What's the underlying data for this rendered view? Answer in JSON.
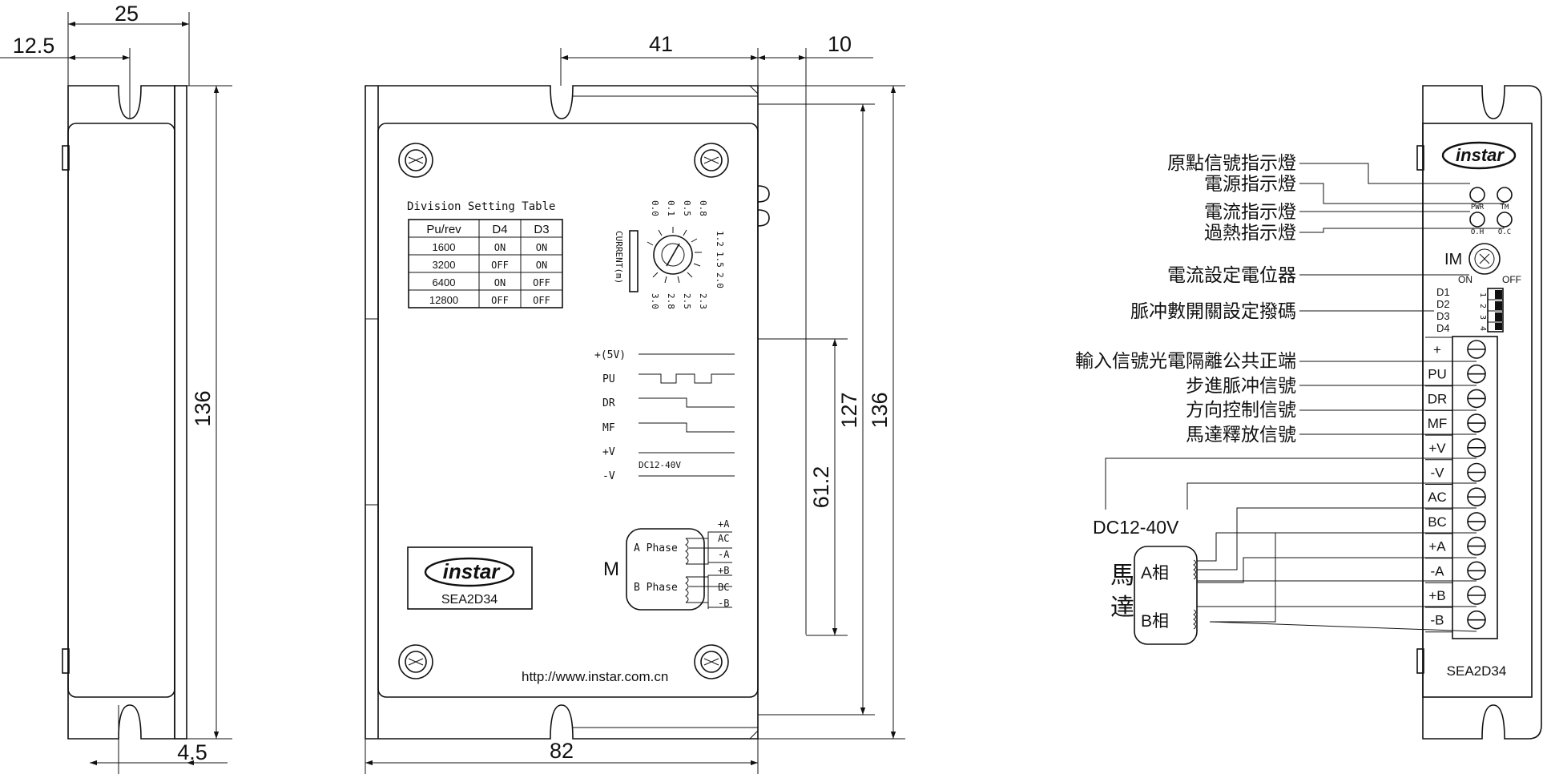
{
  "dimensions": {
    "width_25": "25",
    "offset_12_5": "12.5",
    "height_136_side": "136",
    "flange_4_5": "4.5",
    "width_41": "41",
    "width_10": "10",
    "height_127": "127",
    "height_136_front": "136",
    "height_61_2": "61.2",
    "width_82": "82"
  },
  "front_panel": {
    "table_title": "Division Setting Table",
    "table_headers": [
      "Pu/rev",
      "D4",
      "D3"
    ],
    "table_rows": [
      [
        "1600",
        "ON",
        "ON"
      ],
      [
        "3200",
        "OFF",
        "ON"
      ],
      [
        "6400",
        "ON",
        "OFF"
      ],
      [
        "12800",
        "OFF",
        "OFF"
      ]
    ],
    "current_label": "CURRENT(m)",
    "current_top_values": [
      "0.0",
      "0.1",
      "0.5",
      "0.8"
    ],
    "current_right_values": [
      "1.2",
      "1.5",
      "2.0"
    ],
    "current_bottom_values": [
      "3.0",
      "2.8",
      "2.5",
      "2.3"
    ],
    "signals": [
      "+(5V)",
      "PU",
      "DR",
      "MF",
      "+V",
      "-V"
    ],
    "supply_label": "DC12-40V",
    "motor_letter": "M",
    "phase_a": "A Phase",
    "phase_b": "B Phase",
    "phase_a_pins": [
      "+A",
      "AC",
      "-A"
    ],
    "phase_b_pins": [
      "+B",
      "BC",
      "-B"
    ],
    "brand": "instar",
    "model": "SEA2D34",
    "url": "http://www.instar.com.cn"
  },
  "right_panel": {
    "brand": "instar",
    "model": "SEA2D34",
    "led_labels": [
      "PWR",
      "TM",
      "O.H",
      "O.C"
    ],
    "pot_label": "IM",
    "switch_on": "ON",
    "switch_off": "OFF",
    "switch_numbers": [
      "1",
      "2",
      "3",
      "4"
    ],
    "switch_labels": [
      "D1",
      "D2",
      "D3",
      "D4"
    ],
    "terminals": [
      "+",
      "PU",
      "DR",
      "MF",
      "+V",
      "-V",
      "AC",
      "BC",
      "+A",
      "-A",
      "+B",
      "-B"
    ],
    "callouts": {
      "origin_led": "原點信號指示燈",
      "power_led": "電源指示燈",
      "current_led": "電流指示燈",
      "overheat_led": "過熱指示燈",
      "pot": "電流設定電位器",
      "dip": "脈冲數開關設定撥碼",
      "common": "輸入信號光電隔離公共正端",
      "pulse": "步進脈冲信號",
      "direction": "方向控制信號",
      "release": "馬達釋放信號"
    },
    "supply": "DC12-40V",
    "motor_word": "馬達",
    "coil_a": "A相",
    "coil_b": "B相"
  },
  "colors": {
    "ink": "#111111",
    "background": "#ffffff"
  }
}
